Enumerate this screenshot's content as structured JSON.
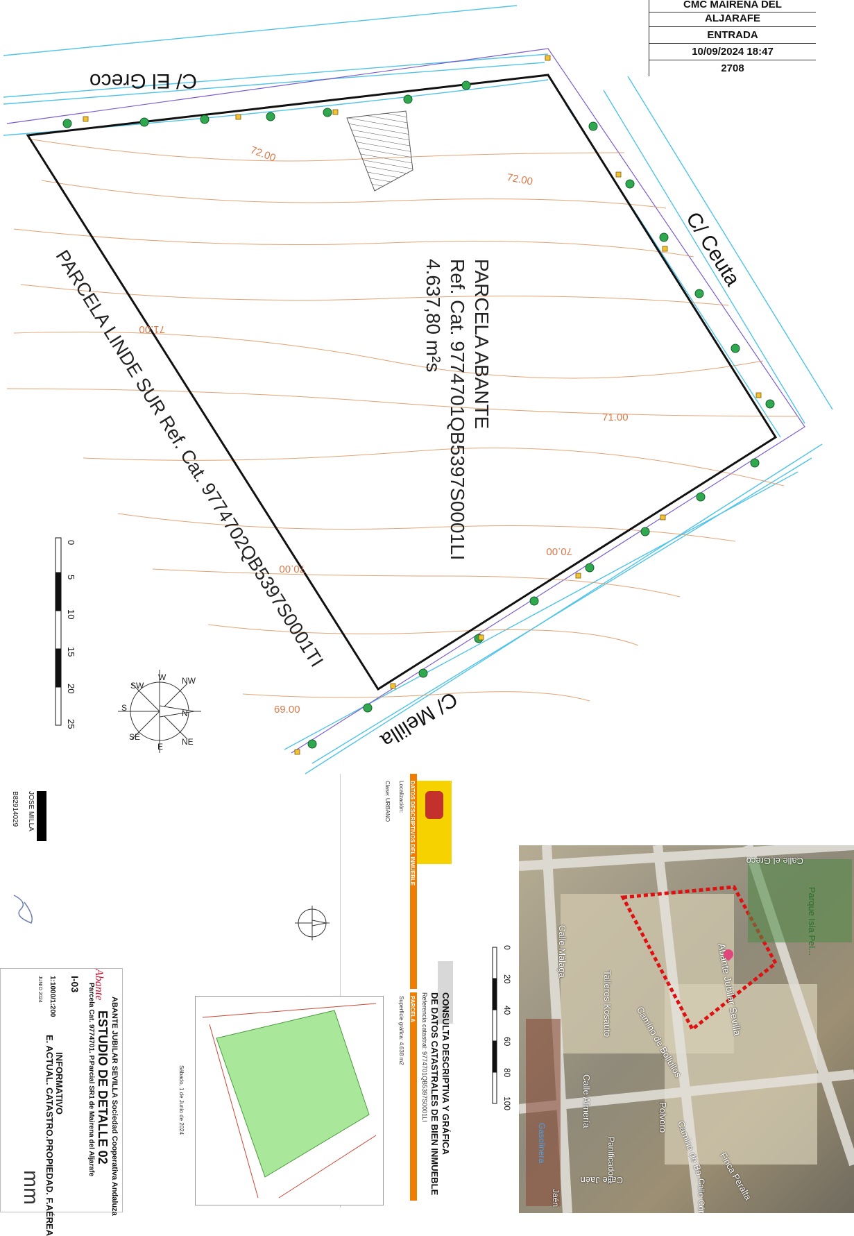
{
  "stamp": {
    "org_line1": "CMC MAIRENA DEL",
    "org_line2": "ALJARAFE",
    "type": "ENTRADA",
    "datetime": "10/09/2024 18:47",
    "number": "2708"
  },
  "streets": {
    "el_greco": "C/ El Greco",
    "ceuta": "C/ Ceuta",
    "melilla": "C/ Melilla"
  },
  "parcel": {
    "name": "PARCELA ABANTE",
    "ref": "Ref. Cat. 9774701QB5397S0001LI",
    "area": "4.637,80 m²s"
  },
  "neighbor": {
    "label": "PARCELA LINDE SUR Ref. Cat. 9774702QB5397S0001TI"
  },
  "contours": [
    "72.00",
    "72.00",
    "71.00",
    "71.00",
    "70.00",
    "70.00",
    "69.00"
  ],
  "scale_ticks": [
    "0",
    "5",
    "10",
    "15",
    "20",
    "25"
  ],
  "map_scale_ticks": [
    "0",
    "20",
    "40",
    "60",
    "80",
    "100"
  ],
  "compass": {
    "n": "N",
    "s": "S",
    "e": "E",
    "w": "W",
    "ne": "NE",
    "nw": "NW",
    "se": "SE",
    "sw": "SW"
  },
  "cadastral": {
    "title1": "CONSULTA DESCRIPTIVA Y GRÁFICA",
    "title2": "DE DATOS CATASTRALES DE BIEN INMUEBLE",
    "ref_line": "Referencia catastral: 9774701QB5397S0001LI",
    "section_property": "DATOS DESCRIPTIVOS DEL INMUEBLE",
    "section_parcel": "PARCELA",
    "location_label": "Localización:",
    "use_label": "Clase: URBANO",
    "surface_label": "Superficie gráfica: 4.638 m2",
    "date_line": "Sábado, 1 de Junio de 2024"
  },
  "title_block": {
    "client": "ABANTE JUBILAR SEVILLA Sociedad Cooperativa Andaluza",
    "project": "ESTUDIO DE DETALLE 02",
    "subtitle": "Parcela Cat. 9774701. P.Parcial SR1 de Mairena del Aljarafe",
    "sheet": "I-03",
    "sheet_type": "INFORMATIVO",
    "sheet_title": "E. ACTUAL. CATASTRO.PROPIEDAD. F.AÉREA",
    "scale": "1:1000/1:200",
    "date": "JUNIO 2024",
    "logo": "Abante",
    "firm": "mm",
    "signer": "JOSE MILLA",
    "signer_id": "B82914029"
  },
  "aerial": {
    "labels": [
      "Calle el Greco",
      "Parque Isla Pel...",
      "Abante Jubilar Sevilla",
      "Calle Málaga",
      "Talleres Kosauto",
      "Camino de Bollullos",
      "Calle Almería",
      "Polvoro",
      "Camino de Bo...",
      "Finca Peralta",
      "Calle Jaén",
      "Panificadora",
      "Gasolinera",
      "Calle Córdoba",
      "Jaén"
    ]
  }
}
